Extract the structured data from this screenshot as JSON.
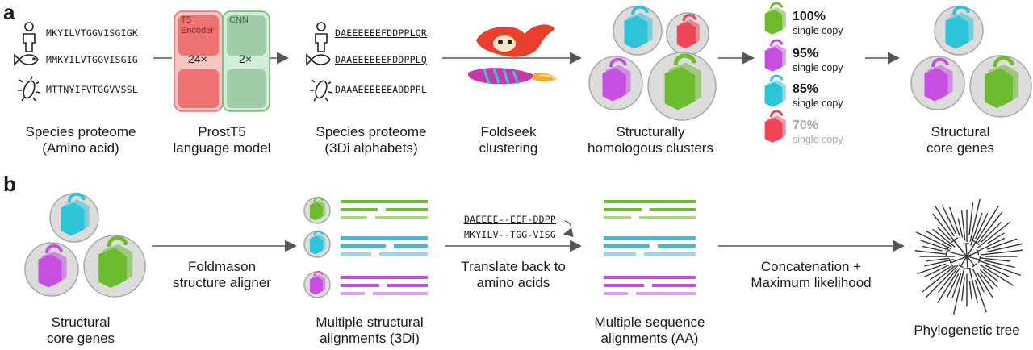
{
  "panel_a": {
    "tag": "a",
    "sequences_aa": [
      "MKYILVTGGVISGIGK",
      "MMKYILVTGGVISGIG",
      "MTTNYIFVTGGVVSSL"
    ],
    "model": {
      "t5_label_1": "T5",
      "t5_label_2": "Encoder",
      "t5_mult": "24×",
      "cnn_label": "CNN",
      "cnn_mult": "2×"
    },
    "sequences_3di": [
      "DAEEEEEEFDDPPLQR",
      "DAAEEEEEEFDDPPLQ",
      "DAAAEEEEEEADDPPL"
    ],
    "thresholds": [
      {
        "pct": "100%",
        "desc": "single copy"
      },
      {
        "pct": "95%",
        "desc": "single copy"
      },
      {
        "pct": "85%",
        "desc": "single copy"
      },
      {
        "pct": "70%",
        "desc": "single copy"
      }
    ],
    "captions": {
      "proteome_l1": "Species proteome",
      "proteome_l2": "(Amino acid)",
      "prost_l1": "ProstT5",
      "prost_l2": "language model",
      "proteome3di_l1": "Species proteome",
      "proteome3di_l2": "(3Di alphabets)",
      "foldseek_l1": "Foldseek",
      "foldseek_l2": "clustering",
      "clusters_l1": "Structurally",
      "clusters_l2": "homologous clusters",
      "core_l1": "Structural",
      "core_l2": "core genes"
    }
  },
  "panel_b": {
    "tag": "b",
    "captions": {
      "core_l1": "Structural",
      "core_l2": "core genes",
      "foldmason_l1": "Foldmason",
      "foldmason_l2": "structure aligner",
      "msa3di_l1": "Multiple structural",
      "msa3di_l2": "alignments (3Di)",
      "translate_l1": "Translate back to",
      "translate_l2": "amino acids",
      "msaaa_l1": "Multiple sequence",
      "msaaa_l2": "alignments (AA)",
      "concat_l1": "Concatenation +",
      "concat_l2": "Maximum likelihood",
      "tree_l1": "Phylogenetic tree"
    },
    "align_3di": "DAEEEE--EEF-DDPP",
    "align_aa": "MKYILV--TGG-VISG"
  },
  "colors": {
    "green": "#6dbb2f",
    "green_light": "#a9d67f",
    "cyan": "#2ec4d8",
    "cyan_light": "#8fdde8",
    "magenta": "#c44fe0",
    "magenta_light": "#dda1ef",
    "red": "#ef4557",
    "red_fill": "#ef7272",
    "cnn_fill": "#9fcca8",
    "circle_fill": "#dcdcdc",
    "circle_stroke": "#a8a8a8",
    "arrow": "#555555"
  }
}
